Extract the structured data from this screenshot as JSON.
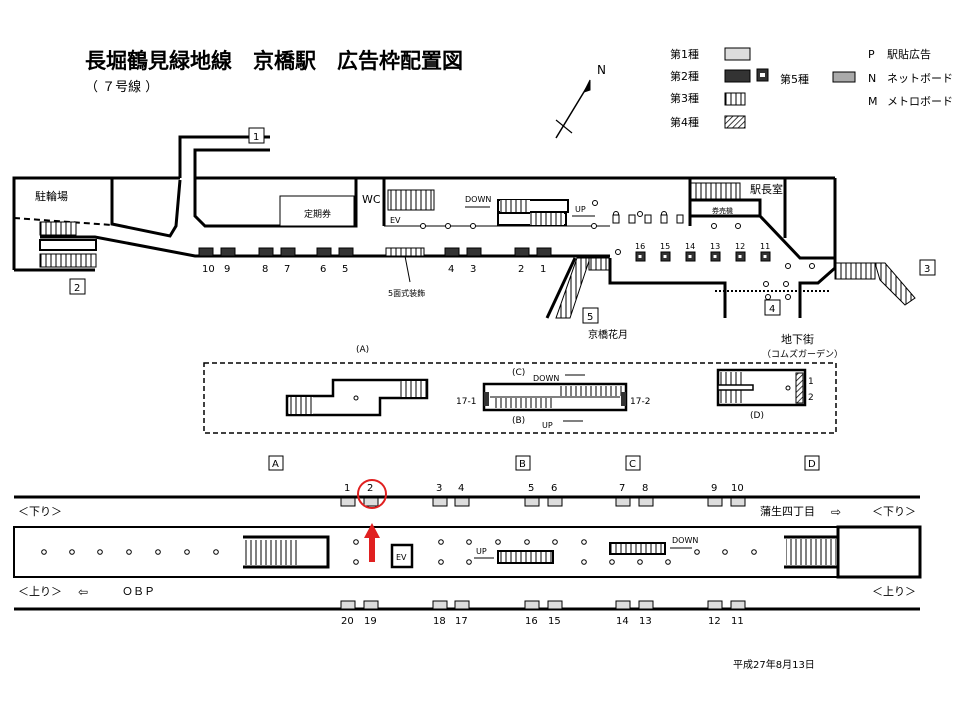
{
  "title": "長堀鶴見緑地線　京橋駅　広告枠配置図",
  "subtitle": "（ ７号線 ）",
  "compass": "N",
  "legend": {
    "type1": "第1種",
    "type2": "第2種",
    "type3": "第3種",
    "type4": "第4種",
    "type5": "第5種",
    "p_key": "P",
    "p_label": "駅貼広告",
    "n_key": "N",
    "n_label": "ネットボード",
    "m_key": "M",
    "m_label": "メトロボード"
  },
  "concourse": {
    "exits": [
      "1",
      "2",
      "3",
      "4",
      "5"
    ],
    "bicycle": "駐輪場",
    "commuter_pass": "定期券",
    "wc": "WC",
    "ev": "EV",
    "down": "DOWN",
    "up": "UP",
    "station_master": "駅長室",
    "ticket_machine": "券売機",
    "decoration": "5面式装飾",
    "kyobashi_kagetsu": "京橋花月",
    "underground_mall": "地下街",
    "comz_garden": "（コムズガーデン）",
    "panel_numbers_bottom": [
      "10",
      "9",
      "8",
      "7",
      "6",
      "5",
      "4",
      "3",
      "2",
      "1"
    ],
    "panel_numbers_right": [
      "16",
      "15",
      "14",
      "13",
      "12",
      "11"
    ]
  },
  "inset": {
    "a": "(A)",
    "b": "(B)",
    "c": "(C)",
    "d": "(D)",
    "down": "DOWN",
    "up": "UP",
    "p17_1": "17-1",
    "p17_2": "17-2",
    "d1": "1",
    "d2": "2"
  },
  "platform": {
    "sections": [
      "A",
      "B",
      "C",
      "D"
    ],
    "top_numbers": [
      "1",
      "2",
      "3",
      "4",
      "5",
      "6",
      "7",
      "8",
      "9",
      "10"
    ],
    "bottom_numbers": [
      "20",
      "19",
      "18",
      "17",
      "16",
      "15",
      "14",
      "13",
      "12",
      "11"
    ],
    "down_left": "＜下り＞",
    "down_right": "＜下り＞",
    "up_left": "＜上り＞",
    "up_right": "＜上り＞",
    "gamo": "蒲生四丁目",
    "obp": "ＯＢＰ",
    "ev": "EV",
    "up": "UP",
    "down": "DOWN",
    "highlighted_panel": "2",
    "highlight_color": "#e02020"
  },
  "date": "平成27年8月13日"
}
